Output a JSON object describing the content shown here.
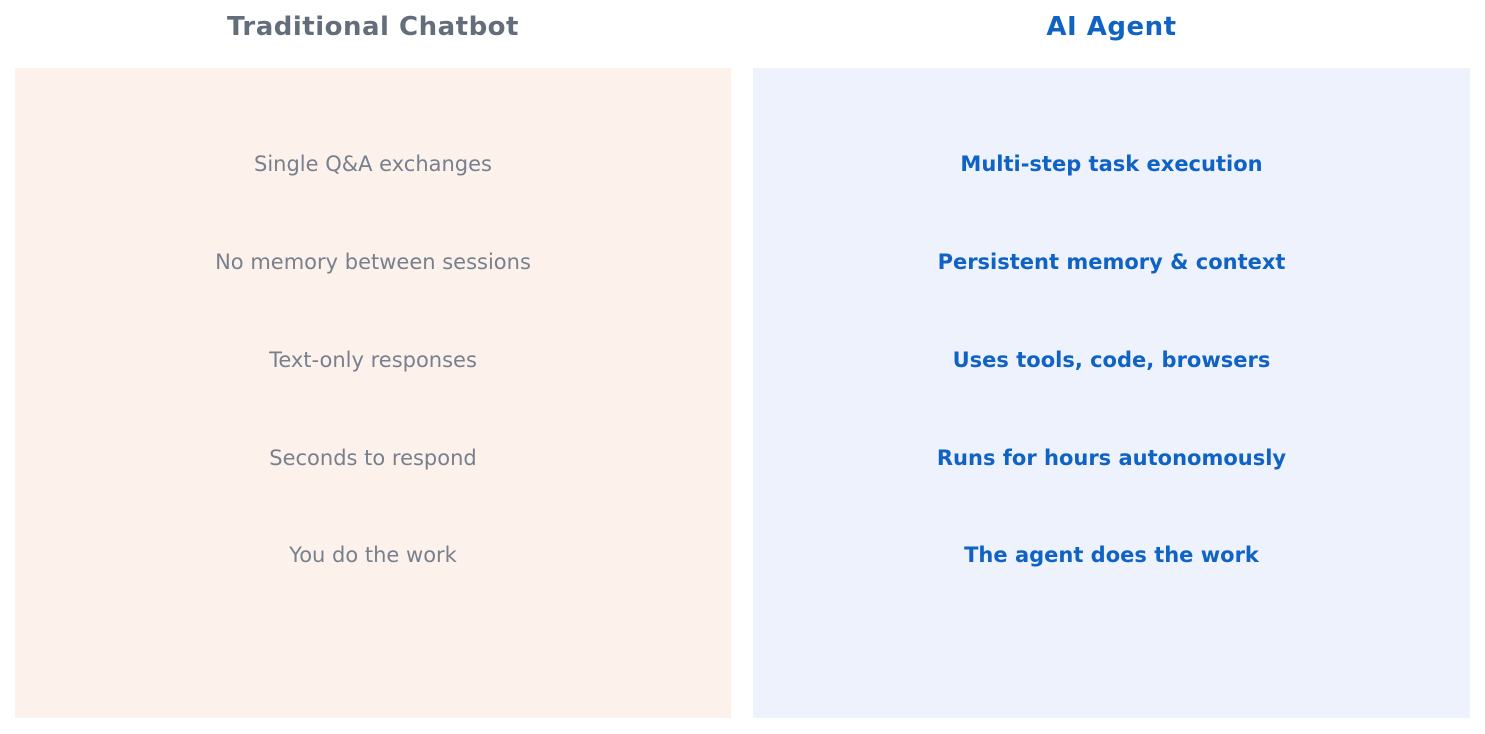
{
  "left_panel": {
    "title": "Traditional Chatbot",
    "items": [
      "Single Q&A exchanges",
      "No memory between sessions",
      "Text-only responses",
      "Seconds to respond",
      "You do the work"
    ]
  },
  "right_panel": {
    "title": "AI Agent",
    "items": [
      "Multi-step task execution",
      "Persistent memory & context",
      "Uses tools, code, browsers",
      "Runs for hours autonomously",
      "The agent does the work"
    ]
  },
  "colors": {
    "left_bg": "#fdf1ec",
    "right_bg": "#eef2fc",
    "left_title": "#646e7a",
    "left_text": "#78808e",
    "right_accent": "#1063c5",
    "page_bg": "#ffffff"
  }
}
